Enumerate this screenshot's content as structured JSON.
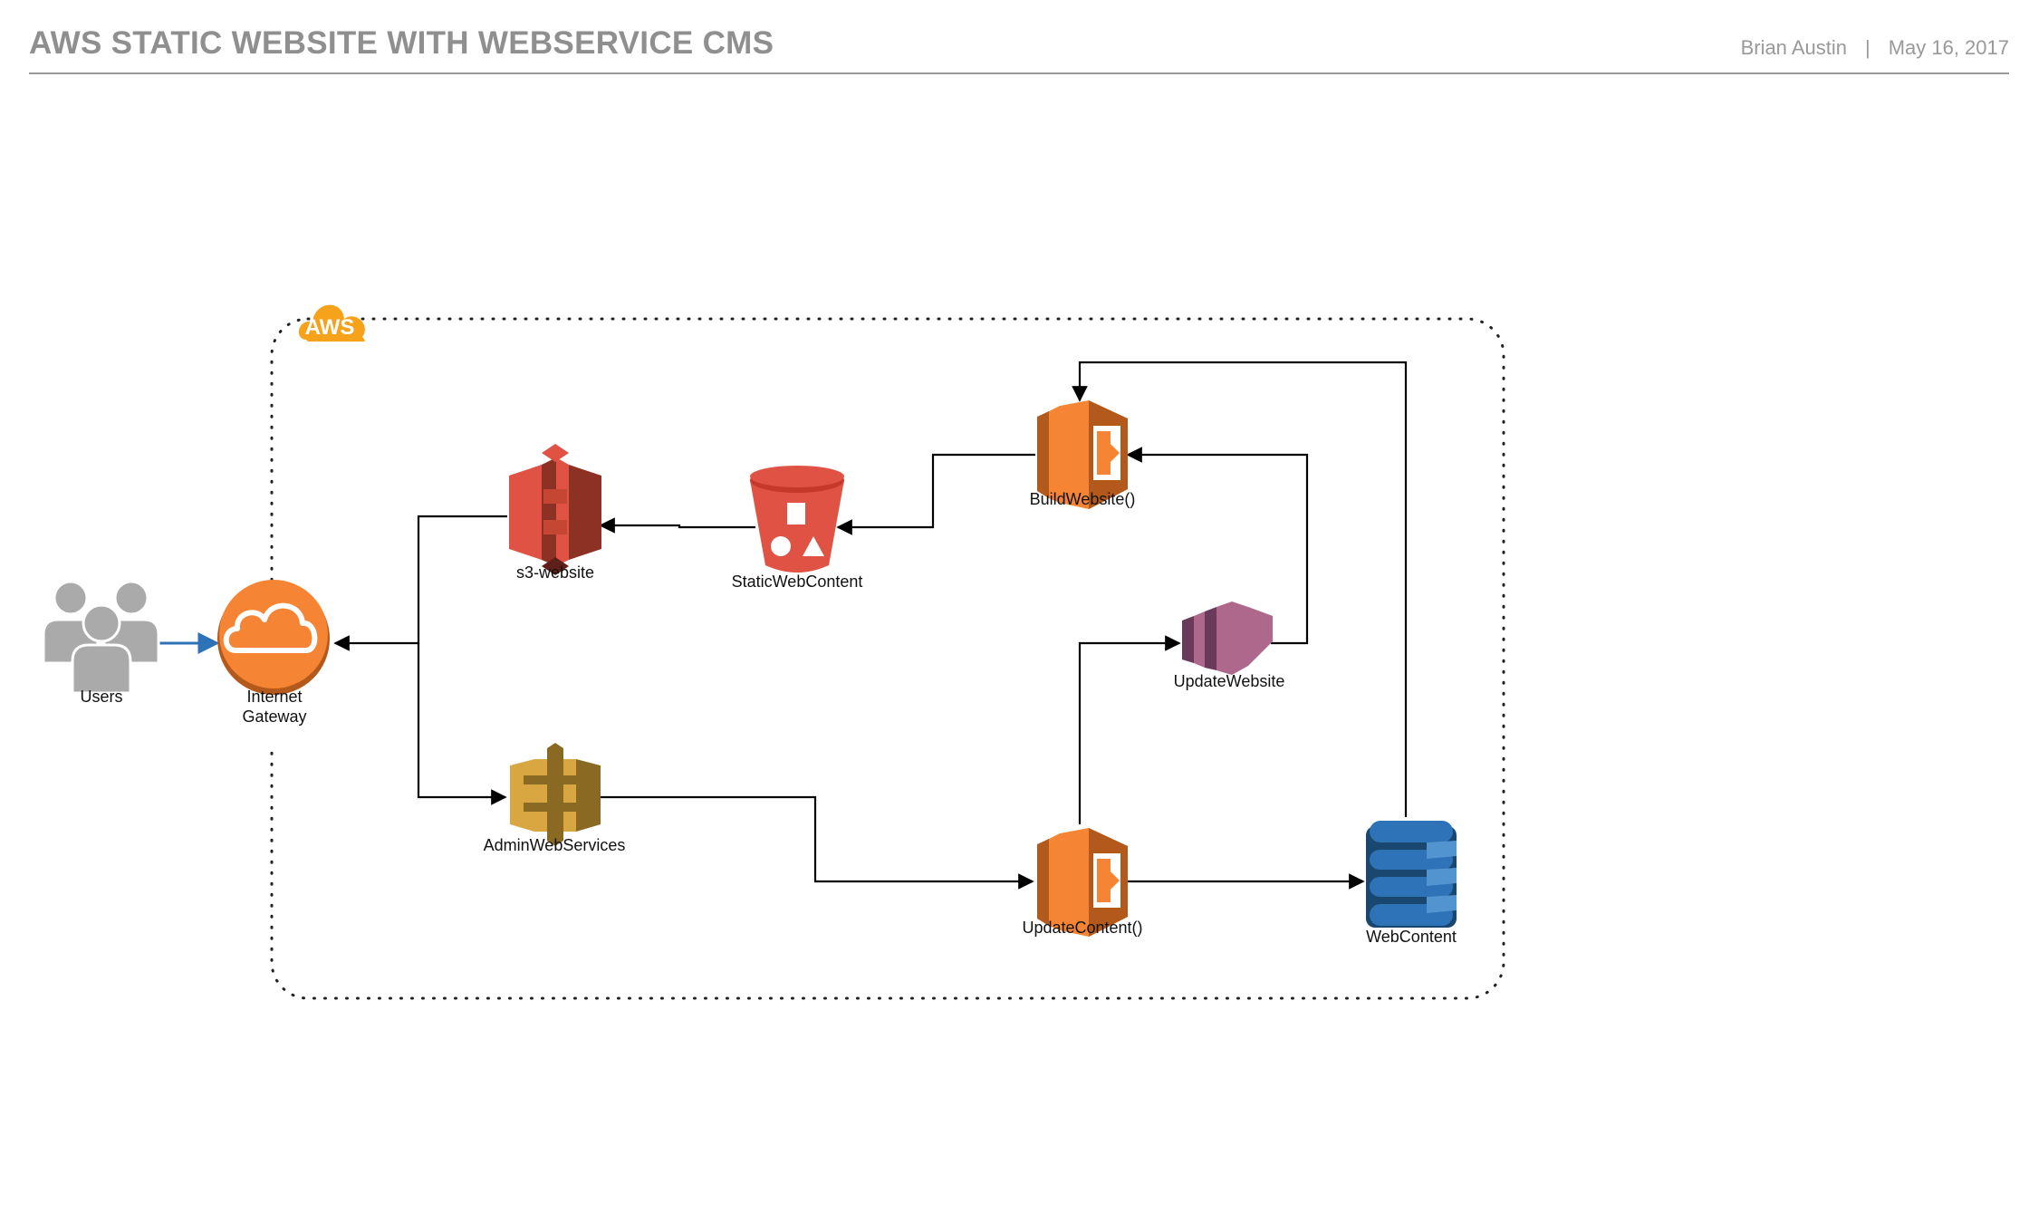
{
  "header": {
    "title": "AWS STATIC WEBSITE WITH WEBSERVICE CMS",
    "author": "Brian Austin",
    "separator": "|",
    "date": "May 16, 2017"
  },
  "group": {
    "badge": "AWS"
  },
  "nodes": {
    "users": {
      "label": "Users"
    },
    "gateway": {
      "label_line1": "Internet",
      "label_line2": "Gateway"
    },
    "s3_website": {
      "label": "s3-website"
    },
    "static_content": {
      "label": "StaticWebContent"
    },
    "build_website": {
      "label": "BuildWebsite()"
    },
    "update_website": {
      "label": "UpdateWebsite"
    },
    "admin_services": {
      "label": "AdminWebServices"
    },
    "update_content": {
      "label": "UpdateContent()"
    },
    "web_content": {
      "label": "WebContent"
    }
  },
  "colors": {
    "lambda": "#f58534",
    "s3": "#e05243",
    "api_gateway": "#d9a741",
    "dynamodb": "#2e73b8",
    "kinesis": "#ad688b",
    "gateway": "#f58534",
    "users": "#aaaaaa",
    "aws_badge": "#f7a21b",
    "user_link": "#2e73b8"
  }
}
